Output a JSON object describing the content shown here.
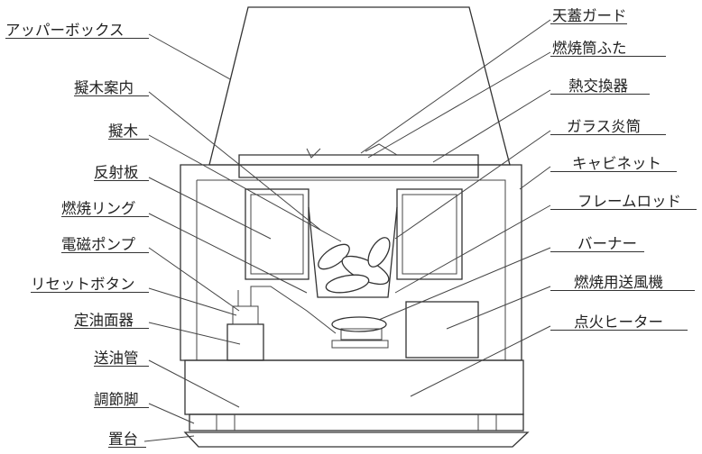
{
  "labels_left": [
    "アッパーボックス",
    "擬木案内",
    "擬木",
    "反射板",
    "燃焼リング",
    "電磁ポンプ",
    "リセットボタン",
    "定油面器",
    "送油管",
    "調節脚",
    "置台"
  ],
  "labels_right": [
    "天蓋ガード",
    "燃焼筒ふた",
    "熱交換器",
    "ガラス炎筒",
    "キャビネット",
    "フレームロッド",
    "バーナー",
    "燃焼用送風機",
    "点火ヒーター"
  ]
}
